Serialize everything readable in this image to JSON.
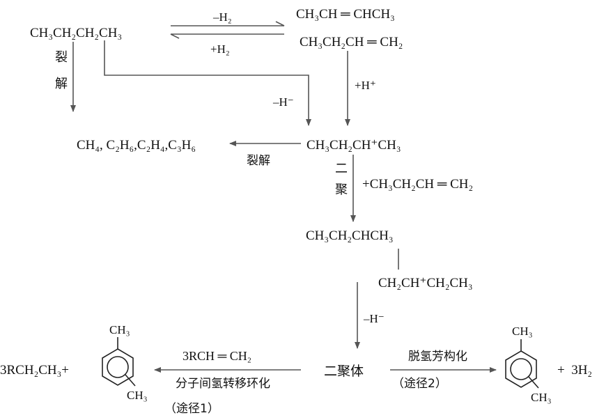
{
  "labels": {
    "butane": "CH₃CH₂CH₂CH₃",
    "butene2": "CH₃CH ═ CHCH₃",
    "butene1": "CH₃CH₂CH ═ CH₂",
    "minus_h2": "–H₂",
    "plus_h2": "+H₂",
    "crack_left": "裂解",
    "minus_h_minus": "–H⁻",
    "plus_h_plus": "+H⁺",
    "cracking_products": "CH₄, C₂H₆,C₂H₄,C₃H₆",
    "crack_bottom": "裂解",
    "carbocation": "CH₃CH₂CH⁺CH₃",
    "dimerize": "二聚",
    "plus_butene": "+CH₃CH₂CH ═ CH₂",
    "dimer_cation_top": "CH₃CH₂CHCH₃",
    "dimer_cation_bottom": "CH₂CH⁺CH₂CH₃",
    "minus_h_minus_2": "–H⁻",
    "dimer": "二聚体",
    "route1_reagent": "3RCH ═ CH₂",
    "route1_process": "分子间氢转移环化",
    "route1_label": "（途径1）",
    "route1_product": "3RCH₂CH₃+",
    "route2_process": "脱氢芳构化",
    "route2_label": "（途径2）",
    "plus_3h2": "+  3H₂",
    "ch3": "CH₃"
  }
}
